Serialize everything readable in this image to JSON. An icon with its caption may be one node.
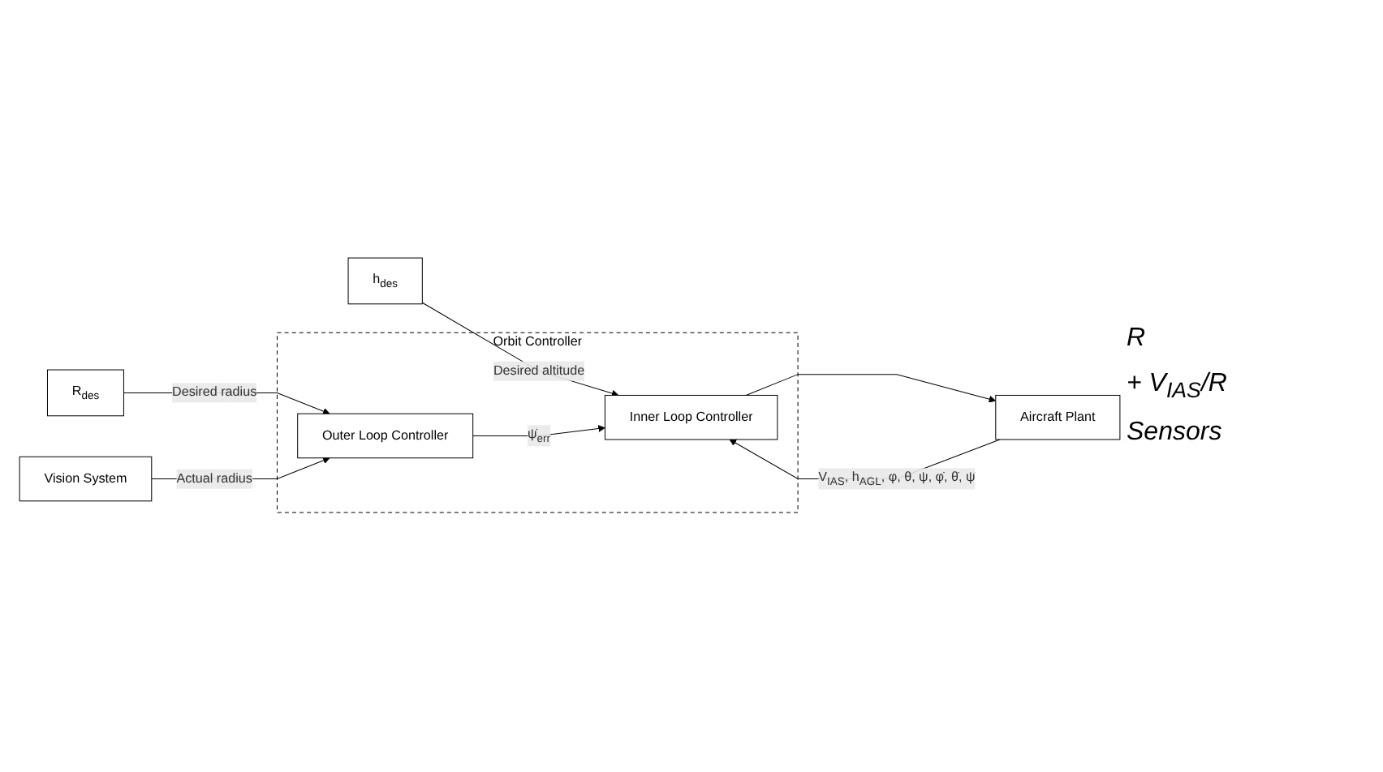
{
  "diagram": {
    "nodes": [
      {
        "text": [
          "Orbit Controller"
        ]
      },
      {
        "text": [
          "h$_{des}$"
        ]
      },
      {
        "text": [
          "R$_{des}$"
        ]
      },
      {
        "text": [
          "Vision System"
        ]
      },
      {
        "text": [
          "Outer Loop Controller"
        ],
        "in": 0
      },
      {
        "text": [
          "Inner Loop Controller"
        ],
        "in": 0
      },
      {
        "text": [
          "Aircraft Plant"
        ]
      }
    ],
    "edges": [
      {
        "from": 1,
        "to": 5,
        "arrow": "to",
        "label": "Desired altitude"
      },
      {
        "from": 2,
        "to": 4,
        "arrow": "to",
        "label": "Desired radius"
      },
      {
        "from": 3,
        "to": 4,
        "arrow": "to",
        "label": "Actual radius"
      },
      {
        "from": 4,
        "to": 5,
        "arrow": "to",
        "label": "ψ̇$_{err}$"
      },
      {
        "from": 5,
        "to": 6,
        "arrow": "to"
      },
      {
        "from": 6,
        "to": 5,
        "arrow": "to",
        "label": "V$_{IAS}$, h$_{AGL}$, φ, θ, ψ, φ̇, θ̇, ψ̇"
      }
    ],
    "labels": [
      "R",
      "+ V$_{IAS}$/R",
      "Sensors"
    ]
  }
}
